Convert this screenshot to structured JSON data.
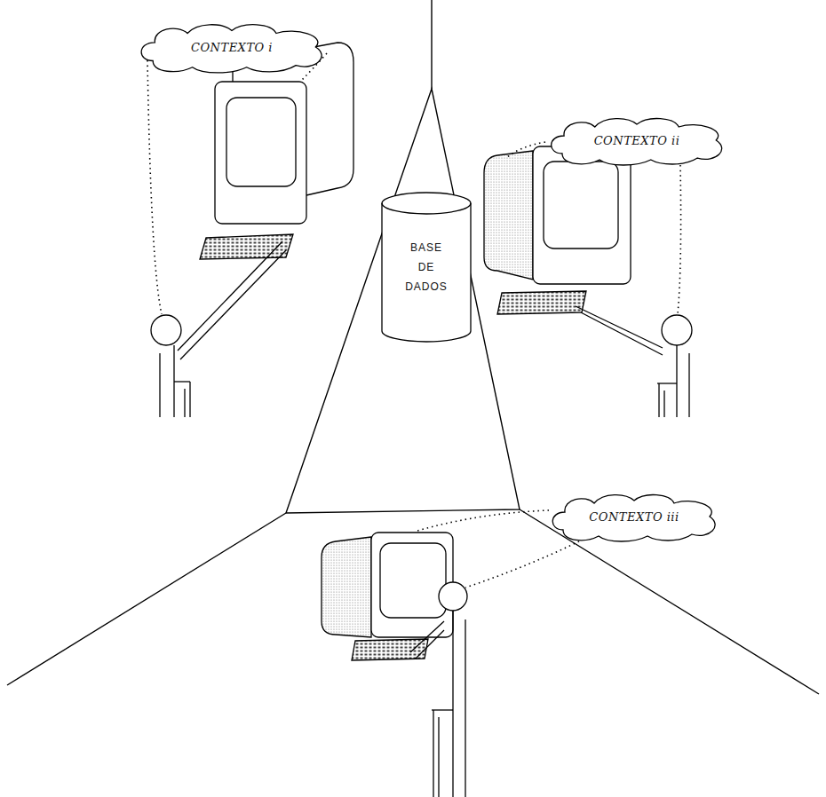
{
  "diagram": {
    "nodes": [
      {
        "text": [
          "CONTEXTO i"
        ]
      },
      {
        "text": [
          "CONTEXTO ii"
        ]
      },
      {
        "text": [
          "BASE DE DADOS"
        ]
      },
      {
        "text": [
          "CONTEXTO iii"
        ]
      }
    ]
  }
}
